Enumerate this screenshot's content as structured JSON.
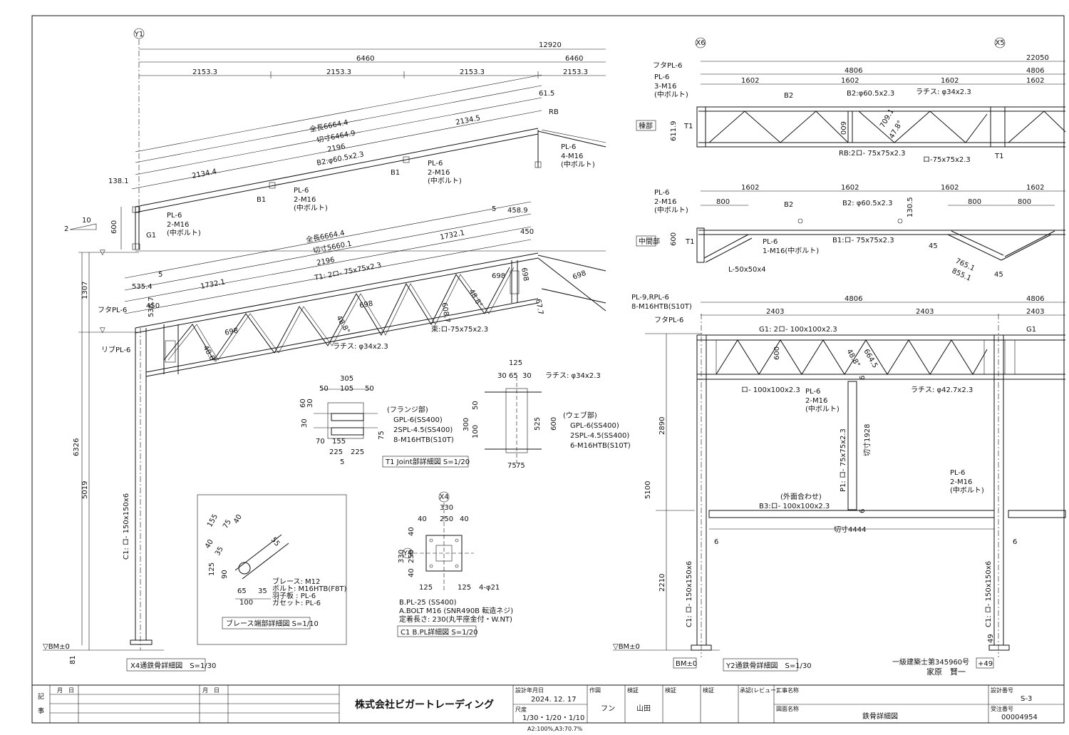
{
  "x4_truss": {
    "grid_label": "Y1",
    "dims_top": {
      "total": "12920",
      "half_left": "6460",
      "half_right": "6460",
      "seg": [
        "2153.3",
        "2153.3",
        "2153.3",
        "2153.3"
      ]
    },
    "rafter_dims": {
      "end": "61.5",
      "total_len": "全長6664.4",
      "cut_len": "切寸6464.9",
      "seg1": "2134.5",
      "mid": "2196",
      "member": "B2:φ60.5x2.3",
      "seg2": "2134.4",
      "left_offset": "138.1"
    },
    "rb": "RB",
    "conn_b1a": {
      "tag": "B1",
      "text": [
        "PL-6",
        "2-M16",
        "(中ボルト)"
      ]
    },
    "conn_b1b": {
      "tag": "B1",
      "text": [
        "PL-6",
        "2-M16",
        "(中ボルト)"
      ]
    },
    "conn_rb": {
      "text": [
        "PL-6",
        "4-M16",
        "(中ボルト)"
      ]
    },
    "conn_g1": {
      "tag": "G1",
      "text": [
        "PL-6",
        "2-M16",
        "(中ボルト)"
      ]
    },
    "slope": {
      "run": "10",
      "rise": "2"
    },
    "g1_depth": "600",
    "truss_dims": {
      "total": "全長6664.4",
      "cut": "切寸5660.1",
      "d5": "5",
      "d4589": "458.9",
      "d450": "450",
      "d17321": "1732.1",
      "d5354": "535.4",
      "d5b": "5",
      "d17322": "1732.1",
      "d2196": "2196",
      "chord": "T1: 2ロ- 75x75x2.3",
      "d698a": "698",
      "d698b": "698",
      "d698c": "698",
      "d698d": "698",
      "d698e": "698",
      "d6087": "608.7",
      "d677": "67.7",
      "ang1": "48.8°",
      "ang2": "48.8°",
      "ang3": "48.8°",
      "d600": "600",
      "d450b": "450",
      "d5367": "536.7"
    },
    "labels": {
      "futa": "フタPL-6",
      "rib": "リブPL-6",
      "post": "束:ロ-75x75x2.3",
      "lattice": "ラチス: φ34x2.3",
      "col": "C1: ロ- 150x150x6"
    },
    "heights": {
      "h1307": "1307",
      "h6326": "6326",
      "h5019": "5019",
      "h81": "81",
      "bm": "▽BM±0"
    },
    "title": "X4通鉄骨詳細図　S=1/30"
  },
  "joint": {
    "flange_dims": {
      "w305": "305",
      "w105": "105",
      "w50a": "50",
      "w50b": "50",
      "h60": "60",
      "h30": "30",
      "h30b": "30",
      "w70": "70",
      "w155": "155",
      "h75": "75",
      "w225a": "225",
      "w225b": "225",
      "w5": "5"
    },
    "flange_notes": [
      "(フランジ部)",
      "GPL-6(SS400)",
      "2SPL-4.5(SS400)",
      "8-M16HTB(S10T)"
    ],
    "web_dims": {
      "w125": "125",
      "w30": "30",
      "w65": "65",
      "w30b": "30",
      "h300": "300",
      "h525": "525",
      "h600": "600",
      "h100": "100",
      "h50": "50",
      "w75a": "75",
      "w75b": "75"
    },
    "web_lattice": "ラチス: φ34x2.3",
    "web_notes": [
      "(ウェブ部)",
      "GPL-6(SS400)",
      "2SPL-4.5(SS400)",
      "6-M16HTB(S10T)"
    ],
    "title": "T1 Joint部詳細図 S=1/20"
  },
  "brace": {
    "dims": {
      "d155": "155",
      "d75": "75",
      "d40a": "40",
      "d40b": "40",
      "d35": "35",
      "d125": "125",
      "d90": "90",
      "d65": "65",
      "d35b": "35",
      "d100": "100",
      "d55": "55"
    },
    "notes": [
      "ブレース: M12",
      "ボルト: M16HTB(F8T)",
      "羽子板 : PL-6",
      "ガセット: PL-6"
    ],
    "title": "ブレース端部詳細図 S=1/10"
  },
  "base": {
    "grid_x": "X4",
    "grid_y": "Y4",
    "dims": {
      "w330": "330",
      "w250": "250",
      "w40a": "40",
      "w40b": "40",
      "h40a": "40",
      "h40b": "40",
      "h330": "330",
      "h250": "250",
      "w125a": "125",
      "w125b": "125",
      "holes": "4-φ21"
    },
    "notes": [
      "B.PL-25 (SS400)",
      "A.BOLT M16 (SNR490B 転造ネジ)",
      "定着長さ: 230(丸平座金付・W.NT)"
    ],
    "title": "C1 B.PL詳細図 S=1/20"
  },
  "roof_truss": {
    "grid_left": "X6",
    "grid_right": "X5",
    "dims": {
      "total": "22050",
      "half": "4806",
      "half_b": "4806",
      "s1": "1602",
      "s2": "1602",
      "s3": "1602",
      "s4": "1602"
    },
    "labels": {
      "futa": "フタPL-6",
      "conn": [
        "PL-6",
        "3-M16",
        "(中ボルト)"
      ],
      "b2": "B2",
      "b2b": "B2:φ60.5x2.3",
      "lattice": "ラチス: φ34x2.3",
      "depth": "611.9",
      "t1": "T1",
      "t1b": "T1",
      "d600": "600",
      "d7091": "709.1",
      "d478": "47.8°",
      "rb": "RB:2ロ- 75x75x2.3",
      "post": "ロ-75x75x2.3"
    },
    "section_tag": "棟部"
  },
  "mid_truss": {
    "dims": {
      "s1": "1602",
      "s2": "1602",
      "s3": "1602",
      "s4": "1602",
      "d800a": "800",
      "d800b": "800",
      "d800c": "800",
      "d1305": "130.5"
    },
    "labels": {
      "conn": [
        "PL-6",
        "2-M16",
        "(中ボルト)"
      ],
      "b2": "B2",
      "b2b": "B2: φ60.5x2.3",
      "b1": "B1:ロ- 75x75x2.3",
      "t1": "T1",
      "d600": "600",
      "pl": [
        "PL-6",
        "1-M16(中ボルト)"
      ],
      "angle": "L-50x50x4",
      "d45a": "45",
      "d45b": "45",
      "d7651": "765.1",
      "d8551": "855.1"
    },
    "section_tag": "中間部"
  },
  "y2_frame": {
    "dims": {
      "half": "4806",
      "half_b": "4806",
      "s1": "2403",
      "s2": "2403",
      "s3": "2403",
      "h600": "600",
      "d6645": "664.5",
      "d488": "48.8°",
      "h2890": "2890",
      "h5100": "5100",
      "h2210": "2210",
      "h49": "49",
      "d6a": "6",
      "d6b": "6",
      "d6c": "6",
      "d6d": "6",
      "cut1928": "切寸1928",
      "cut4444": "切寸4444"
    },
    "labels": {
      "top_pl": [
        "PL-9,RPL-6",
        "8-M16HTB(S10T)"
      ],
      "futa": "フタPL-6",
      "g1": "G1: 2ロ- 100x100x2.3",
      "g1b": "G1",
      "chord": "ロ- 100x100x2.3",
      "lattice": "ラチス: φ42.7x2.3",
      "pl_mid": [
        "PL-6",
        "2-M16",
        "(中ボルト)"
      ],
      "p1": "P1: ロ- 75x75x2.3",
      "pl_right": [
        "PL-6",
        "2-M16",
        "(中ボルト)"
      ],
      "b3_note": "(外面合わせ)",
      "b3": "B3:ロ- 100x100x2.3",
      "col_l": "C1: ロ- 150x150x6",
      "col_r": "C1: ロ- 150x150x6",
      "bm": "▽BM±0",
      "bm2": "BM±0",
      "plus49": "+49"
    },
    "title": "Y2通鉄骨詳細図　S=1/30"
  },
  "architect": {
    "license": "一級建築士第345960号",
    "name": "家原　賢一"
  },
  "title_block": {
    "rev_label_a": "記",
    "rev_label_b": "事",
    "month_day_a": "月　日",
    "month_day_b": "月　日",
    "company": "株式会社ビガートレーディング",
    "design_date_label": "設計年月日",
    "design_date": "2024. 12. 17",
    "scale_label": "尺度",
    "scale": "1/30・1/20・1/10",
    "drawn_label": "作図",
    "drawn": "フン",
    "check1_label": "検証",
    "check1": "山田",
    "check2_label": "検証",
    "check3_label": "検証",
    "approval_label": "承認(レビュー)",
    "project_label": "工事名称",
    "drawing_name_label": "図面名称",
    "drawing_name": "鉄骨詳細図",
    "drawing_no_label": "設計番号",
    "drawing_no": "S-3",
    "order_no_label": "受注番号",
    "order_no": "00004954",
    "paper_note": "A2:100%,A3:70.7%"
  }
}
